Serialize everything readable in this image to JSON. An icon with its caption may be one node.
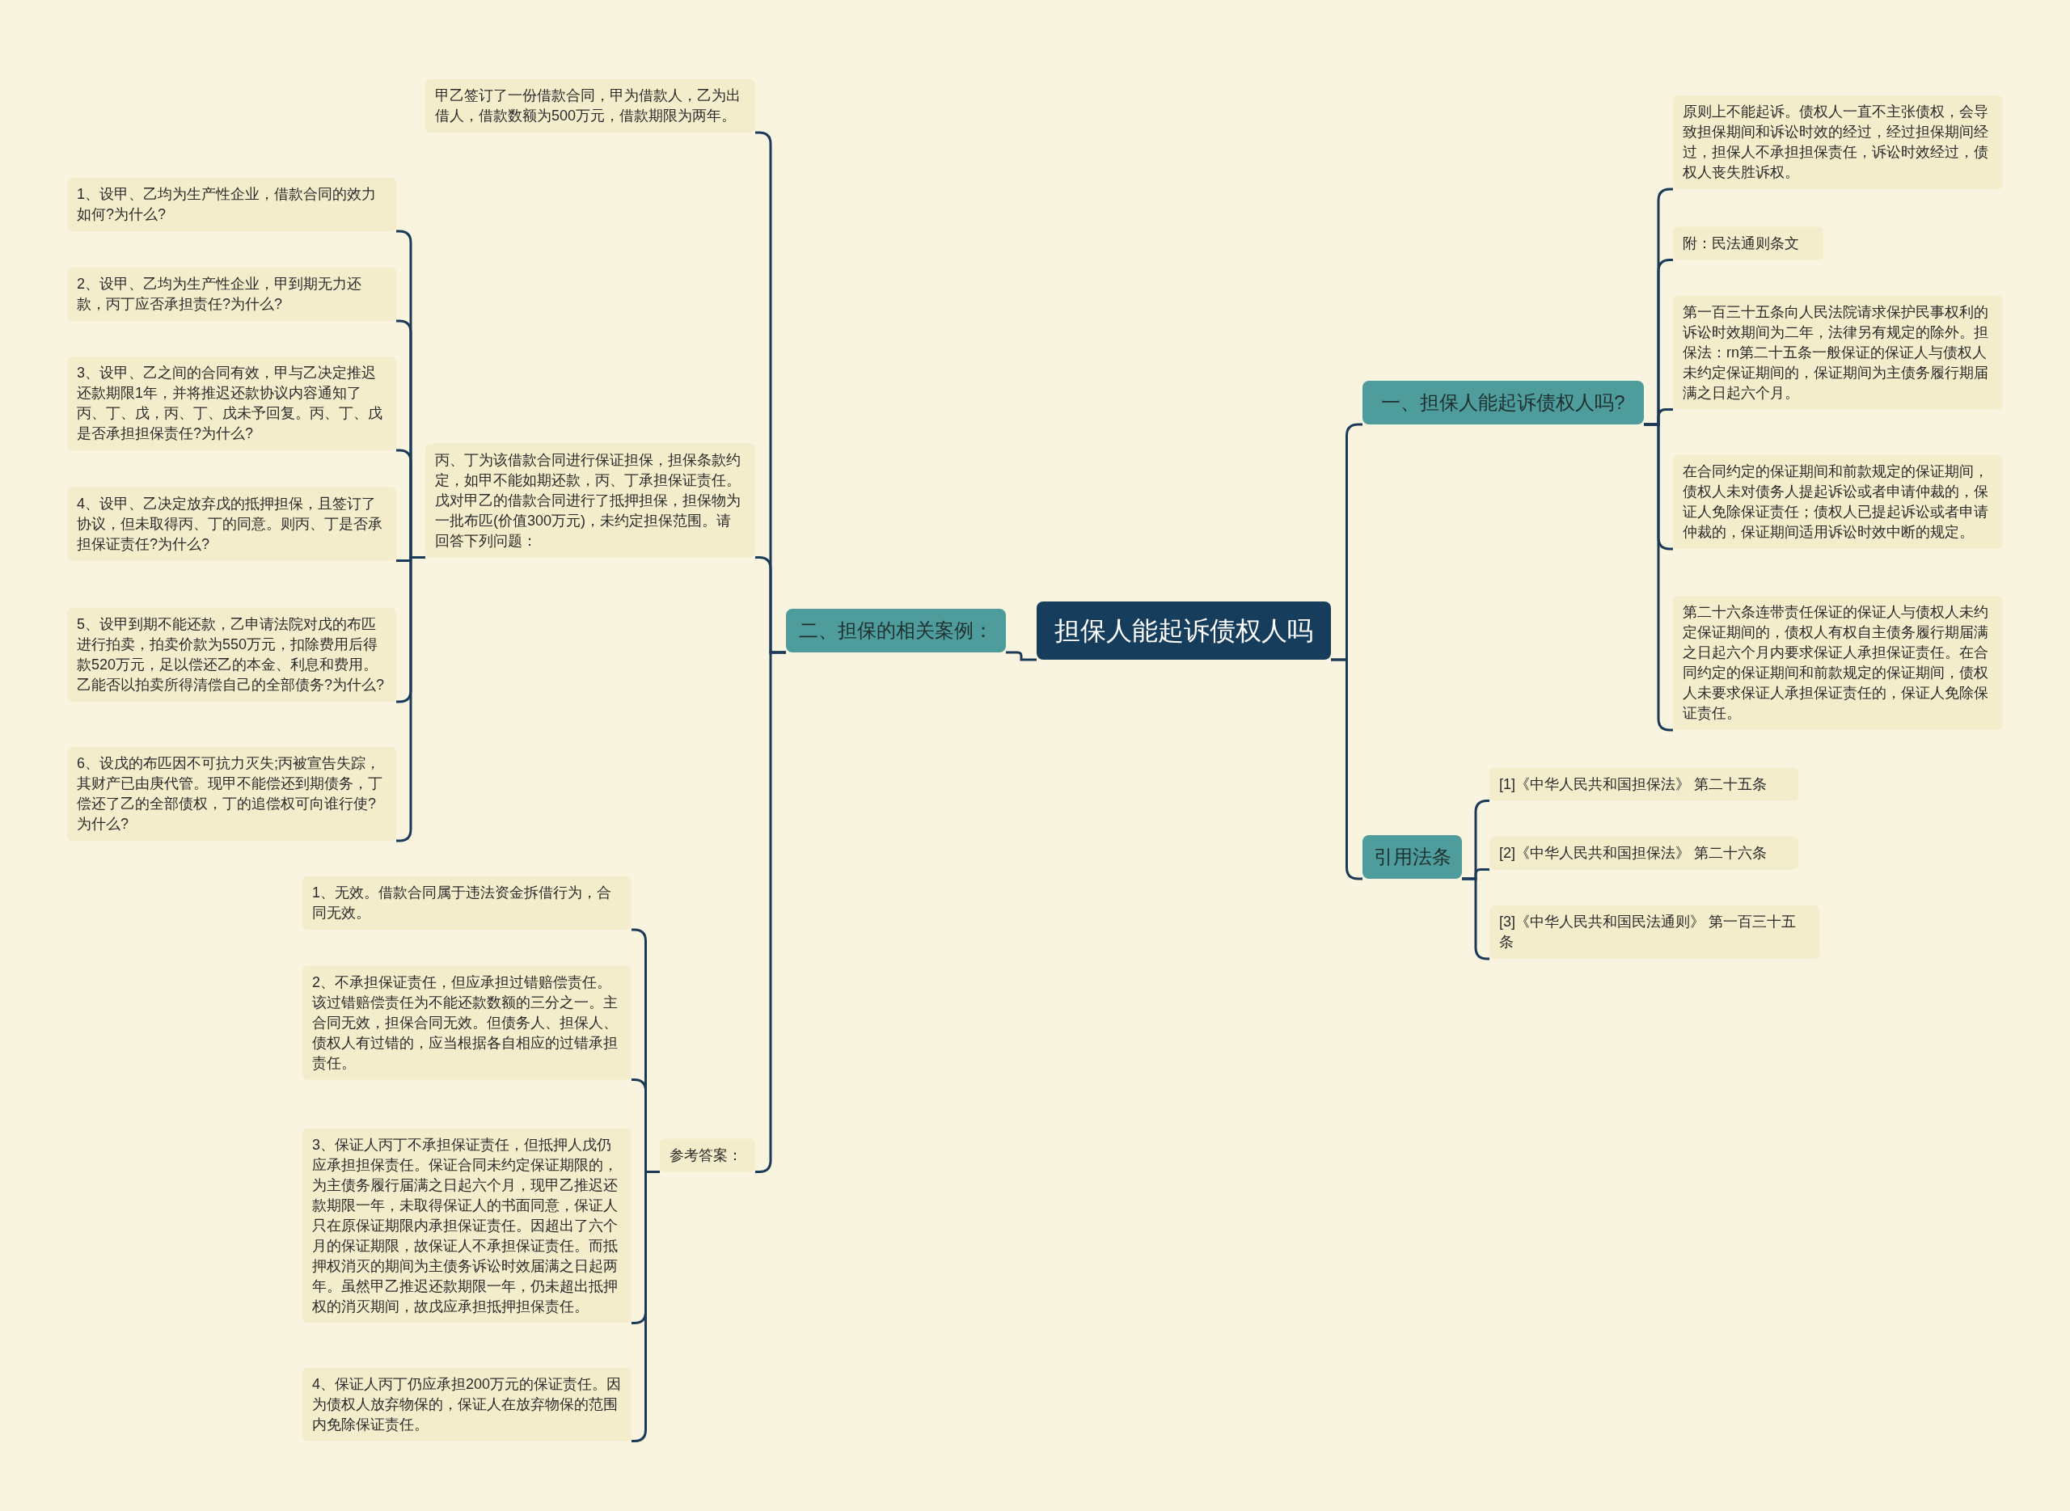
{
  "diagram": {
    "nodes": [
      {
        "text": [
          "担保人能起诉债权人吗"
        ]
      },
      {
        "text": [
          "一、担保人能起诉债权人吗?"
        ]
      },
      {
        "text": [
          "原则上不能起诉。债权人一直不主张债权，会导致担保期间和诉讼时效的经过，经过担保期间经过，担保人不承担担保责任，诉讼时效经过，债权人丧失胜诉权。"
        ]
      },
      {
        "text": [
          "附：民法通则条文"
        ]
      },
      {
        "text": [
          "第一百三十五条向人民法院请求保护民事权利的诉讼时效期间为二年，法律另有规定的除外。担保法：rn第二十五条一般保证的保证人与债权人未约定保证期间的，保证期间为主债务履行期届满之日起六个月。"
        ]
      },
      {
        "text": [
          "在合同约定的保证期间和前款规定的保证期间，债权人未对债务人提起诉讼或者申请仲裁的，保证人免除保证责任；债权人已提起诉讼或者申请仲裁的，保证期间适用诉讼时效中断的规定。"
        ]
      },
      {
        "text": [
          "第二十六条连带责任保证的保证人与债权人未约定保证期间的，债权人有权自主债务履行期届满之日起六个月内要求保证人承担保证责任。在合同约定的保证期间和前款规定的保证期间，债权人未要求保证人承担保证责任的，保证人免除保证责任。"
        ]
      },
      {
        "text": [
          "引用法条"
        ]
      },
      {
        "text": [
          "[1]《中华人民共和国担保法》 第二十五条"
        ]
      },
      {
        "text": [
          "[2]《中华人民共和国担保法》 第二十六条"
        ]
      },
      {
        "text": [
          "[3]《中华人民共和国民法通则》 第一百三十五条"
        ]
      },
      {
        "text": [
          "二、担保的相关案例："
        ]
      },
      {
        "text": [
          "甲乙签订了一份借款合同，甲为借款人，乙为出借人，借款数额为500万元，借款期限为两年。"
        ]
      },
      {
        "text": [
          "丙、丁为该借款合同进行保证担保，担保条款约定，如甲不能如期还款，丙、丁承担保证责任。戊对甲乙的借款合同进行了抵押担保，担保物为一批布匹(价值300万元)，未约定担保范围。请回答下列问题："
        ]
      },
      {
        "text": [
          "1、设甲、乙均为生产性企业，借款合同的效力如何?为什么?"
        ]
      },
      {
        "text": [
          "2、设甲、乙均为生产性企业，甲到期无力还款，丙丁应否承担责任?为什么?"
        ]
      },
      {
        "text": [
          "3、设甲、乙之间的合同有效，甲与乙决定推迟还款期限1年，并将推迟还款协议内容通知了丙、丁、戊，丙、丁、戊未予回复。丙、丁、戊是否承担担保责任?为什么?"
        ]
      },
      {
        "text": [
          "4、设甲、乙决定放弃戊的抵押担保，且签订了协议，但未取得丙、丁的同意。则丙、丁是否承担保证责任?为什么?"
        ]
      },
      {
        "text": [
          "5、设甲到期不能还款，乙申请法院对戊的布匹进行拍卖，拍卖价款为550万元，扣除费用后得款520万元，足以偿还乙的本金、利息和费用。乙能否以拍卖所得清偿自己的全部债务?为什么?"
        ]
      },
      {
        "text": [
          "6、设戊的布匹因不可抗力灭失;丙被宣告失踪，其财产已由庚代管。现甲不能偿还到期债务，丁偿还了乙的全部债权，丁的追偿权可向谁行使?为什么?"
        ]
      },
      {
        "text": [
          "参考答案："
        ]
      },
      {
        "text": [
          "1、无效。借款合同属于违法资金拆借行为，合同无效。"
        ]
      },
      {
        "text": [
          "2、不承担保证责任，但应承担过错赔偿责任。该过错赔偿责任为不能还款数额的三分之一。主合同无效，担保合同无效。但债务人、担保人、债权人有过错的，应当根据各自相应的过错承担责任。"
        ]
      },
      {
        "text": [
          "3、保证人丙丁不承担保证责任，但抵押人戊仍应承担担保责任。保证合同未约定保证期限的，为主债务履行届满之日起六个月，现甲乙推迟还款期限一年，未取得保证人的书面同意，保证人只在原保证期限内承担保证责任。因超出了六个月的保证期限，故保证人不承担保证责任。而抵押权消灭的期间为主债务诉讼时效届满之日起两年。虽然甲乙推迟还款期限一年，仍未超出抵押权的消灭期间，故戊应承担抵押担保责任。"
        ]
      },
      {
        "text": [
          "4、保证人丙丁仍应承担200万元的保证责任。因为债权人放弃物保的，保证人在放弃物保的范围内免除保证责任。"
        ]
      }
    ],
    "edges": [
      {
        "from": 0,
        "to": 1,
        "arrow": "none"
      },
      {
        "from": 1,
        "to": 2,
        "arrow": "none"
      },
      {
        "from": 1,
        "to": 3,
        "arrow": "none"
      },
      {
        "from": 1,
        "to": 4,
        "arrow": "none"
      },
      {
        "from": 1,
        "to": 5,
        "arrow": "none"
      },
      {
        "from": 1,
        "to": 6,
        "arrow": "none"
      },
      {
        "from": 0,
        "to": 7,
        "arrow": "none"
      },
      {
        "from": 7,
        "to": 8,
        "arrow": "none"
      },
      {
        "from": 7,
        "to": 9,
        "arrow": "none"
      },
      {
        "from": 7,
        "to": 10,
        "arrow": "none"
      },
      {
        "from": 0,
        "to": 11,
        "arrow": "none"
      },
      {
        "from": 11,
        "to": 12,
        "arrow": "none"
      },
      {
        "from": 11,
        "to": 13,
        "arrow": "none"
      },
      {
        "from": 13,
        "to": 14,
        "arrow": "none"
      },
      {
        "from": 13,
        "to": 15,
        "arrow": "none"
      },
      {
        "from": 13,
        "to": 16,
        "arrow": "none"
      },
      {
        "from": 13,
        "to": 17,
        "arrow": "none"
      },
      {
        "from": 13,
        "to": 18,
        "arrow": "none"
      },
      {
        "from": 13,
        "to": 19,
        "arrow": "none"
      },
      {
        "from": 11,
        "to": 20,
        "arrow": "none"
      },
      {
        "from": 20,
        "to": 21,
        "arrow": "none"
      },
      {
        "from": 20,
        "to": 22,
        "arrow": "none"
      },
      {
        "from": 20,
        "to": 23,
        "arrow": "none"
      },
      {
        "from": 20,
        "to": 24,
        "arrow": "none"
      }
    ]
  }
}
